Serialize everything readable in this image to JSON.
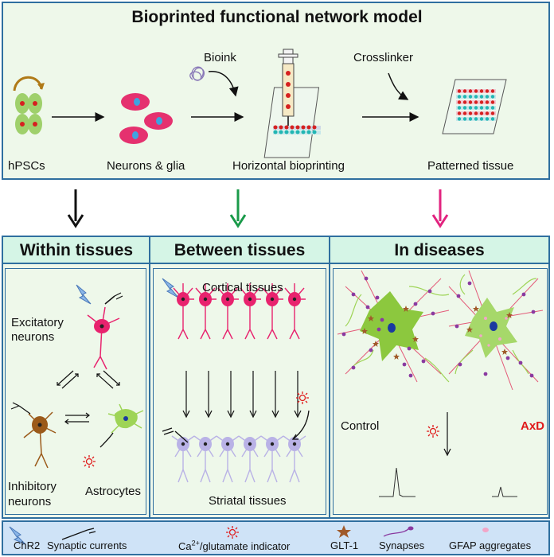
{
  "top": {
    "title": "Bioprinted functional network model",
    "steps": [
      "hPSCs",
      "Neurons & glia",
      "Horizontal bioprinting",
      "Patterned tissue"
    ],
    "bioink": "Bioink",
    "crosslinker": "Crosslinker"
  },
  "panels": {
    "within": {
      "header": "Within tissues",
      "excitatory": "Excitatory\nneurons",
      "inhibitory": "Inhibitory\nneurons",
      "astrocytes": "Astrocytes"
    },
    "between": {
      "header": "Between tissues",
      "cortical": "Cortical tissues",
      "striatal": "Striatal tissues"
    },
    "diseases": {
      "header": "In diseases",
      "control": "Control",
      "axd": "AxD"
    }
  },
  "legend": {
    "items": [
      "ChR2",
      "Synaptic currents",
      "Ca2+/glutamate indicator",
      "GLT-1",
      "Synapses",
      "GFAP aggregates"
    ]
  },
  "colors": {
    "panel_bg": "#eef8ea",
    "header_bg": "#d5f5e6",
    "border": "#2f6f9f",
    "legend_bg": "#cfe3f7",
    "neuron_pink": "#e8236e",
    "striatal_purple": "#b9b2e6",
    "astro_green": "#9ed456",
    "inhib_brown": "#9b5a1a",
    "arrow_green": "#1a9a4a",
    "arrow_pink": "#e2237f",
    "axd_red": "#e01b1b"
  },
  "icons": [
    "chr2-lightning-icon",
    "patch-pipette-icon",
    "indicator-sun-icon",
    "glt1-star-icon",
    "synapse-icon",
    "gfap-aggregate-icon"
  ]
}
